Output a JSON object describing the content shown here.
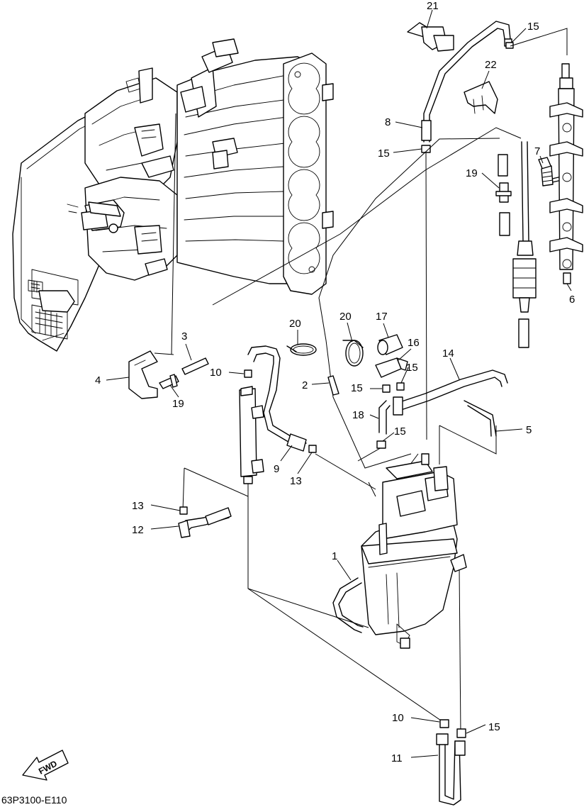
{
  "diagram_code": "63P3100-E110",
  "direction_label": "FWD",
  "callouts": [
    {
      "id": "c21",
      "text": "21"
    },
    {
      "id": "c15a",
      "text": "15"
    },
    {
      "id": "c22",
      "text": "22"
    },
    {
      "id": "c8",
      "text": "8"
    },
    {
      "id": "c15b",
      "text": "15"
    },
    {
      "id": "c7",
      "text": "7"
    },
    {
      "id": "c19a",
      "text": "19"
    },
    {
      "id": "c6",
      "text": "6"
    },
    {
      "id": "c3",
      "text": "3"
    },
    {
      "id": "c4",
      "text": "4"
    },
    {
      "id": "c19b",
      "text": "19"
    },
    {
      "id": "c20a",
      "text": "20"
    },
    {
      "id": "c20b",
      "text": "20"
    },
    {
      "id": "c17",
      "text": "17"
    },
    {
      "id": "c16",
      "text": "16"
    },
    {
      "id": "c15c",
      "text": "15"
    },
    {
      "id": "c14",
      "text": "14"
    },
    {
      "id": "c10a",
      "text": "10"
    },
    {
      "id": "c2",
      "text": "2"
    },
    {
      "id": "c15d",
      "text": "15"
    },
    {
      "id": "c18",
      "text": "18"
    },
    {
      "id": "c15e",
      "text": "15"
    },
    {
      "id": "c5",
      "text": "5"
    },
    {
      "id": "c9",
      "text": "9"
    },
    {
      "id": "c13a",
      "text": "13"
    },
    {
      "id": "c13b",
      "text": "13"
    },
    {
      "id": "c12",
      "text": "12"
    },
    {
      "id": "c1",
      "text": "1"
    },
    {
      "id": "c10b",
      "text": "10"
    },
    {
      "id": "c15f",
      "text": "15"
    },
    {
      "id": "c11",
      "text": "11"
    }
  ]
}
